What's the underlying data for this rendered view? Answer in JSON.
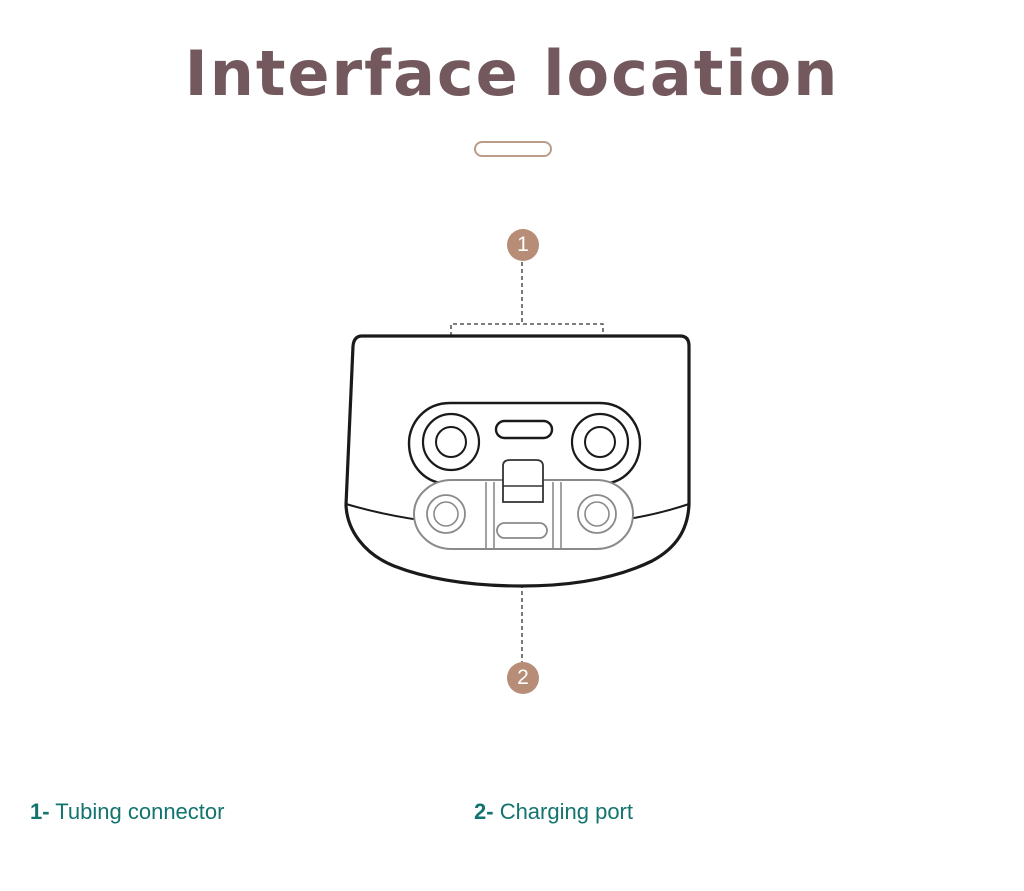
{
  "title": "Interface location",
  "callouts": [
    {
      "number": "1"
    },
    {
      "number": "2"
    }
  ],
  "legend": [
    {
      "number": "1-",
      "label": "Tubing connector"
    },
    {
      "number": "2-",
      "label": "Charging port"
    }
  ],
  "colors": {
    "title": "#73585e",
    "badge": "#b78d77",
    "divider": "#bb9c8a",
    "legend_text": "#13746f",
    "line_art": "#1a1a1a"
  }
}
